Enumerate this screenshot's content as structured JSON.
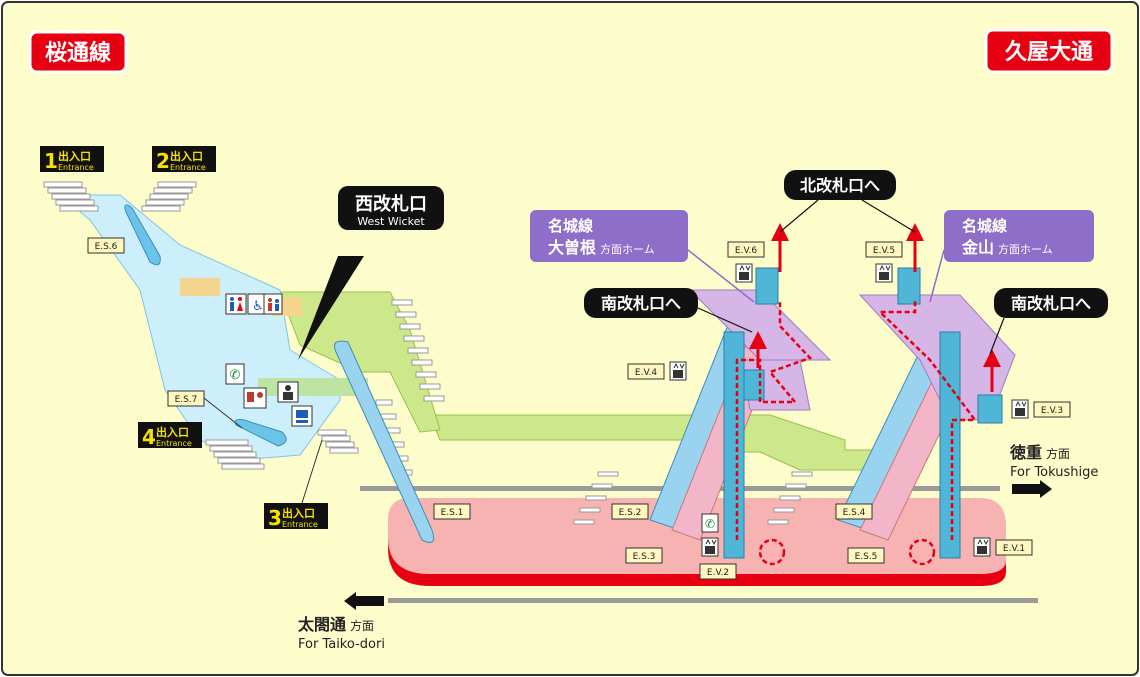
{
  "lines": {
    "left_line": "桜通線",
    "right_station": "久屋大通"
  },
  "exits": [
    {
      "num": "1",
      "jp": "出入口",
      "en": "Entrance"
    },
    {
      "num": "2",
      "jp": "出入口",
      "en": "Entrance"
    },
    {
      "num": "3",
      "jp": "出入口",
      "en": "Entrance"
    },
    {
      "num": "4",
      "jp": "出入口",
      "en": "Entrance"
    }
  ],
  "wickets": {
    "west_jp": "西改札口",
    "west_en": "West Wicket",
    "north_top": "北改札口へ",
    "south_left": "南改札口へ",
    "south_right": "南改札口へ"
  },
  "platforms": {
    "ozone_line": "名城線",
    "ozone_name": "大曽根",
    "ozone_suffix": "方面ホーム",
    "kanayama_line": "名城線",
    "kanayama_name": "金山",
    "kanayama_suffix": "方面ホーム"
  },
  "directions": {
    "tokushige_jp": "徳重",
    "tokushige_suffix": "方面",
    "tokushige_en": "For Tokushige",
    "taiko_jp": "太閤通",
    "taiko_suffix": "方面",
    "taiko_en": "For Taiko-dori"
  },
  "equipment": {
    "es1": "E.S.1",
    "es2": "E.S.2",
    "es3": "E.S.3",
    "es4": "E.S.4",
    "es5": "E.S.5",
    "es6": "E.S.6",
    "es7": "E.S.7",
    "ev1": "E.V.1",
    "ev2": "E.V.2",
    "ev3": "E.V.3",
    "ev4": "E.V.4",
    "ev5": "E.V.5",
    "ev6": "E.V.6"
  },
  "colors": {
    "background": "#fdfccb",
    "line_label": "#e60012",
    "platform": "#f7b2b2",
    "concourse_green": "#cde88a",
    "meijo_purple": "#8e6ec8",
    "route_red": "#e60012"
  }
}
